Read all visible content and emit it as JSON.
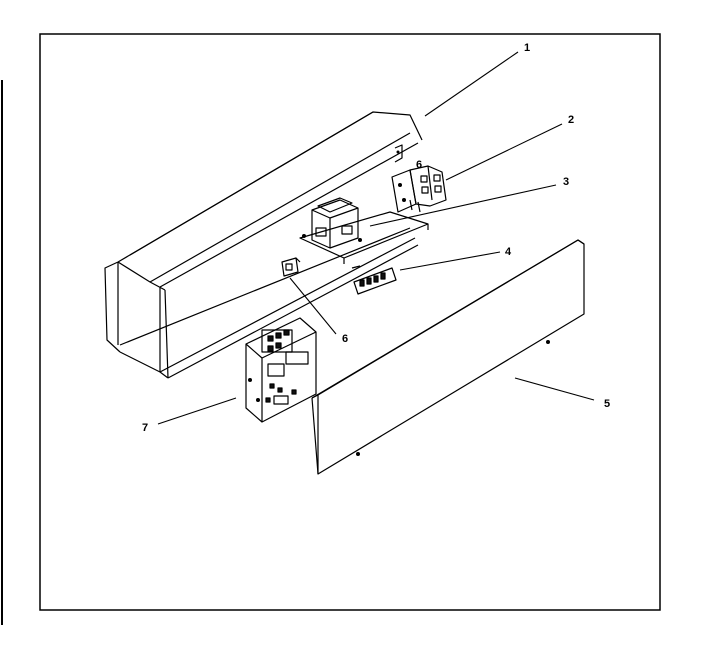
{
  "diagram": {
    "callouts": [
      {
        "id": "1",
        "label": "1"
      },
      {
        "id": "2",
        "label": "2"
      },
      {
        "id": "3",
        "label": "3"
      },
      {
        "id": "4",
        "label": "4"
      },
      {
        "id": "5",
        "label": "5"
      },
      {
        "id": "6a",
        "label": "6"
      },
      {
        "id": "6b",
        "label": "6"
      },
      {
        "id": "7",
        "label": "7"
      }
    ]
  }
}
